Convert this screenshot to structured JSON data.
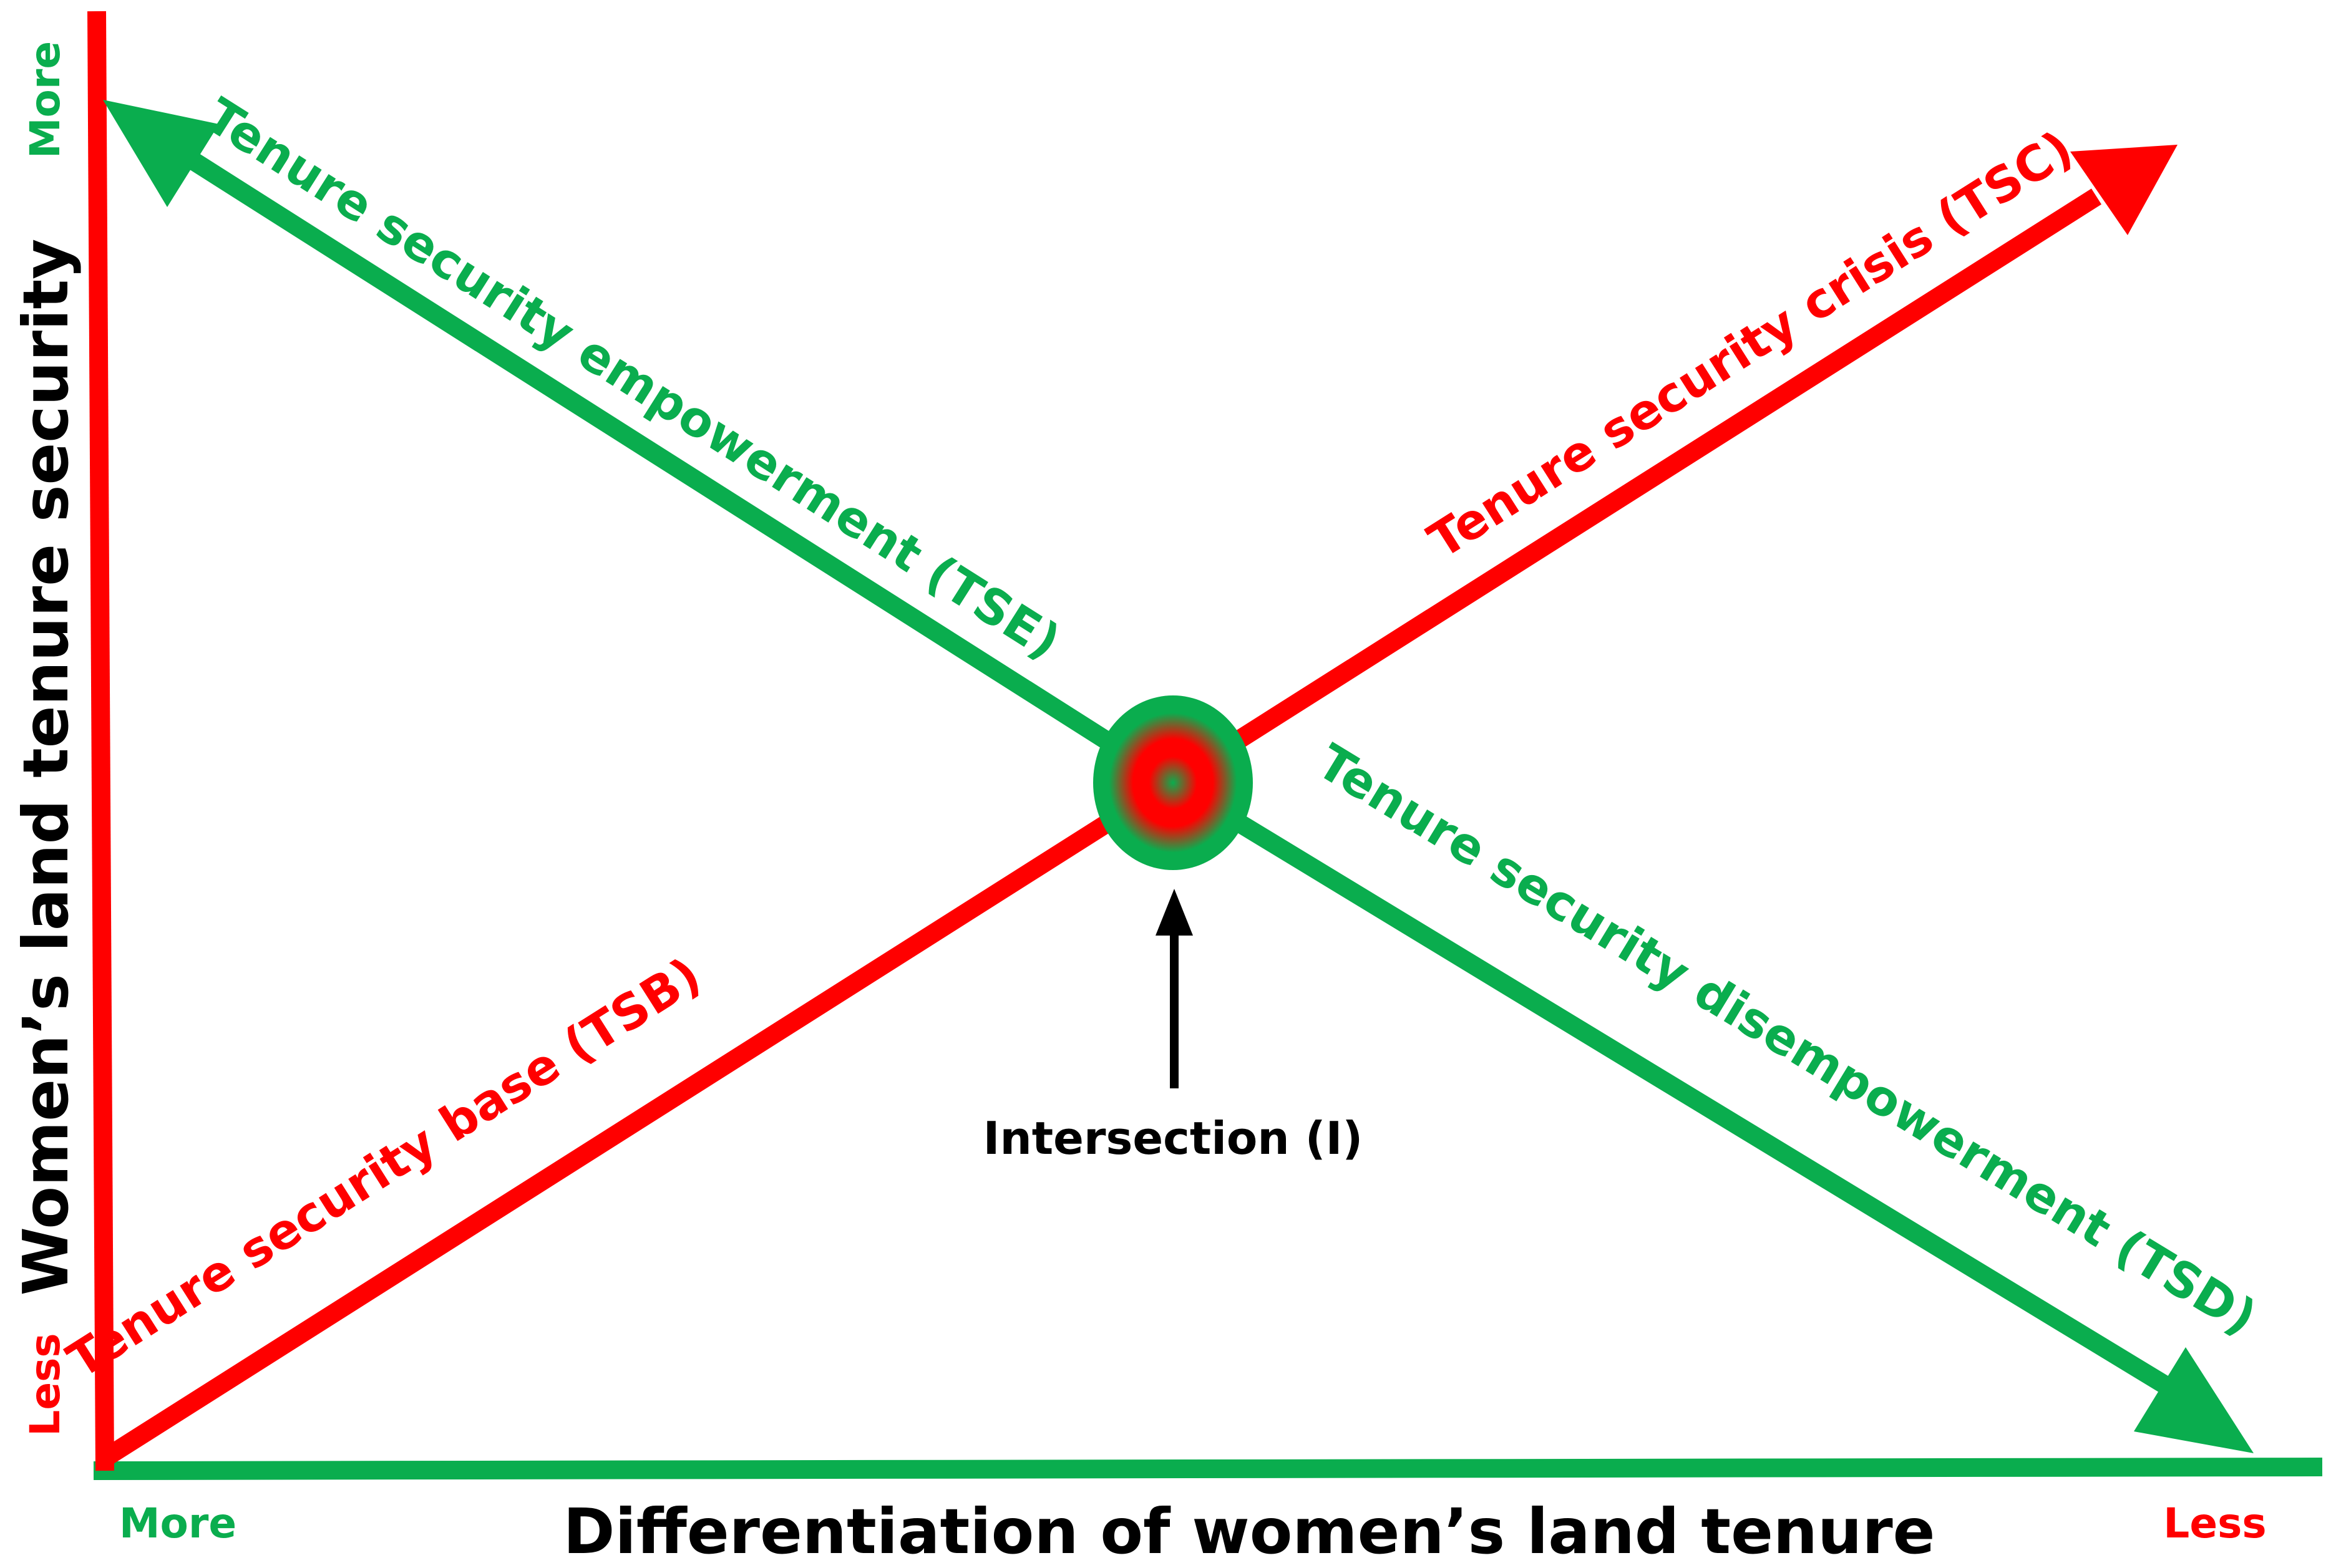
{
  "colors": {
    "red": "#ff0000",
    "green": "#0aad4e",
    "black": "#000000"
  },
  "axes": {
    "y_label": "Women’s land tenure security",
    "x_label": "Differentiation of women’s land tenure",
    "y_top": "More",
    "y_bottom": "Less",
    "x_left": "More",
    "x_right": "Less"
  },
  "arrows": {
    "tse": "Tenure security empowerment (TSE)",
    "tsc": "Tenure security crisis (TSC)",
    "tsb": "Tenure security base (TSB)",
    "tsd": "Tenure security disempowerment (TSD)"
  },
  "intersection": {
    "label": "Intersection (I)"
  }
}
